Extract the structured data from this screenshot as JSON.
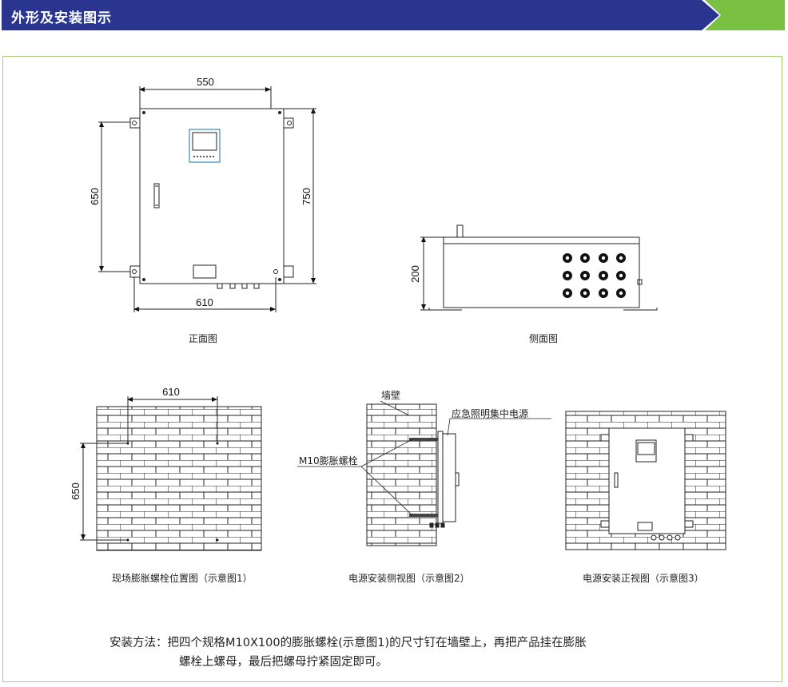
{
  "header": {
    "title": "外形及安装图示",
    "bar_color": "#2a3590",
    "accent_color": "#7ac143"
  },
  "front_view": {
    "caption": "正面图",
    "dim_top": "550",
    "dim_bottom": "610",
    "dim_left": "650",
    "dim_right": "750"
  },
  "side_view": {
    "caption": "侧面图",
    "dim_height": "200"
  },
  "install_1": {
    "caption": "现场膨胀螺栓位置图（示意图1）",
    "dim_top": "610",
    "dim_left": "650"
  },
  "install_2": {
    "caption": "电源安装侧视图（示意图2）",
    "label_wall": "墙壁",
    "label_power": "应急照明集中电源",
    "label_bolt": "M10膨胀螺栓"
  },
  "install_3": {
    "caption": "电源安装正视图（示意图3）"
  },
  "note": {
    "line1": "安装方法：把四个规格M10X100的膨胀螺栓(示意图1)的尺寸钉在墙壁上，再把产品挂在膨胀",
    "line2": "螺栓上螺母，最后把螺母拧紧固定即可。"
  }
}
